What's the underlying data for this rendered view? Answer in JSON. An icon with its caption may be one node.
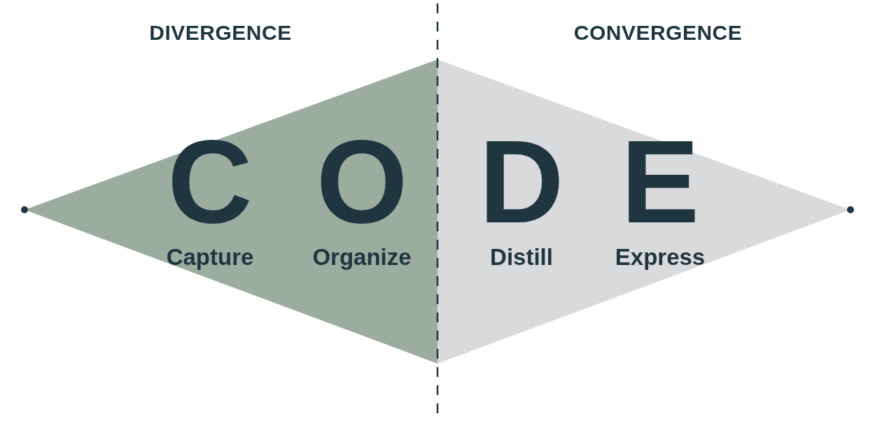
{
  "diagram": {
    "nodes": [
      {
        "text": [],
        "shape": "triangle"
      },
      {
        "text": [
          "C",
          "Capture"
        ],
        "in": 0
      },
      {
        "text": [
          "O",
          "Organize"
        ],
        "in": 0
      },
      {
        "text": [],
        "shape": "triangle"
      },
      {
        "text": [
          "D",
          "Distill"
        ],
        "in": 3
      },
      {
        "text": [
          "E",
          "Express"
        ],
        "in": 3
      }
    ],
    "labels": [
      "DIVERGENCE",
      "CONVERGENCE"
    ]
  }
}
